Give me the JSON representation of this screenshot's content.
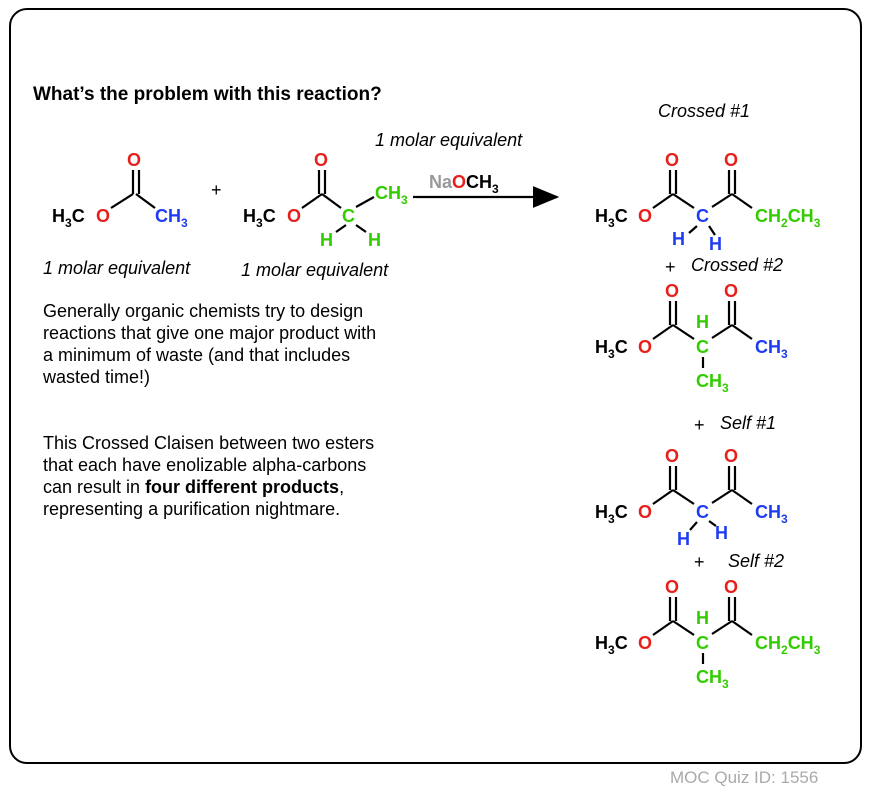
{
  "question": "What’s the problem with this reaction?",
  "reaction": {
    "reagent_top": "1 molar equivalent",
    "reagent_na": "Na",
    "reagent_o": "O",
    "reagent_ch3": "CH",
    "reagent_sub": "3",
    "plus": "+",
    "label_reactant1": "1 molar equivalent",
    "label_reactant2": "1 molar equivalent"
  },
  "paragraph1": {
    "lines": [
      "Generally organic chemists try to design",
      "reactions that give one major product with",
      "a minimum of waste (and that includes",
      "wasted time!)"
    ]
  },
  "paragraph2": {
    "line1": "This Crossed Claisen between two esters",
    "line2": "that each have enolizable alpha-carbons",
    "line3_pre": "can result in ",
    "line3_bold": "four different products",
    "line3_post": ",",
    "line4": "representing a purification nightmare."
  },
  "products": {
    "crossed1": "Crossed #1",
    "crossed2": "Crossed #2",
    "self1": "Self #1",
    "self2": "Self #2",
    "plus": "+"
  },
  "atoms": {
    "O": "O",
    "H": "H",
    "C": "C",
    "CH": "CH",
    "H3C": "H",
    "three": "3",
    "CH3": "CH",
    "CH2": "CH",
    "two": "2"
  },
  "footer": "MOC Quiz ID: 1556",
  "colors": {
    "oxygen": "#e8201c",
    "blue": "#1f3cf0",
    "green": "#33cc00",
    "gray": "#999999"
  }
}
